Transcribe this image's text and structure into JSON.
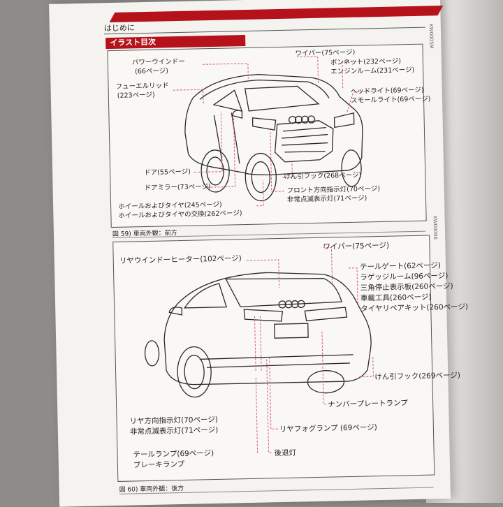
{
  "header": {
    "section": "はじめに",
    "heading": "イラスト目次",
    "side_code_1": "KW0005M",
    "side_code_2": "KW00006"
  },
  "figure59": {
    "caption_num": "図 59)",
    "caption_text": "車両外観：前方",
    "labels": {
      "power_window_1": "パワーウインドー",
      "power_window_2": "(66ページ)",
      "fuel_lid_1": "フューエルリッド",
      "fuel_lid_2": "(223ページ)",
      "wiper": "ワイパー(75ページ)",
      "bonnet": "ボンネット(232ページ)",
      "engine_room": "エンジンルーム(231ページ)",
      "headlight": "ヘッドライト(69ページ)",
      "small_light": "スモールライト(69ページ)",
      "door": "ドア(55ページ)",
      "door_mirror": "ドアミラー(73ページ)",
      "tow_hook": "けん引フック(268ページ)",
      "front_turn_1": "フロント方向指示灯(70ページ)",
      "front_turn_2": "非常点滅表示灯(71ページ)",
      "wheel_1": "ホイールおよびタイヤ(245ページ)",
      "wheel_2": "ホイールおよびタイヤの交換(262ページ)"
    }
  },
  "figure60": {
    "caption_num": "図 60)",
    "caption_text": "車両外観：後方",
    "labels": {
      "rear_defogger": "リヤウインドーヒーター(102ページ)",
      "wiper": "ワイパー(75ページ)",
      "tailgate": "テールゲート(62ページ)",
      "luggage_room": "ラゲッジルーム(96ページ)",
      "triangle": "三角停止表示板(260ページ)",
      "tools": "車載工具(260ページ)",
      "repair_kit": "タイヤリペアキット(260ページ)",
      "tow_hook": "けん引フック(269ページ)",
      "plate_lamp": "ナンバープレートランプ",
      "rear_turn_1": "リヤ方向指示灯(70ページ)",
      "rear_turn_2": "非常点滅表示灯(71ページ)",
      "fog_lamp": "リヤフォグランプ (69ページ)",
      "tail_lamp_1": "テールランプ(69ページ)",
      "tail_lamp_2": "ブレーキランプ",
      "reverse_lamp": "後退灯"
    }
  },
  "colors": {
    "accent_red": "#b5121b",
    "callout_pink": "#d9538e"
  }
}
